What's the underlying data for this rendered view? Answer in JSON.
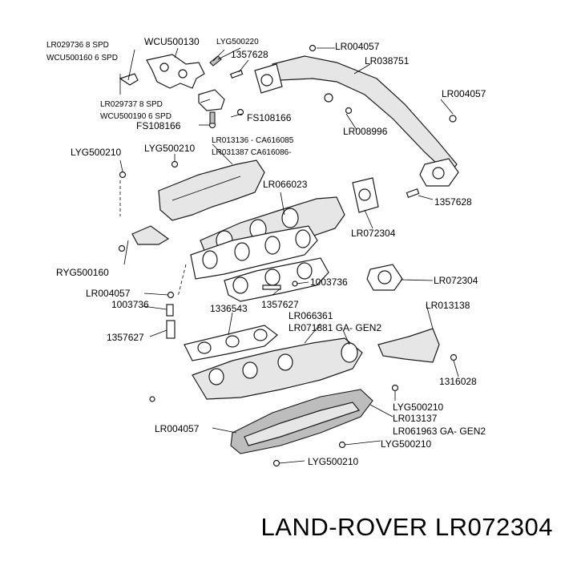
{
  "labels": {
    "lr029736": "LR029736 8 SPD",
    "wcu500160": "WCU500160 6 SPD",
    "wcu500130": "WCU500130",
    "lyg500220": "LYG500220",
    "p1357628_top": "1357628",
    "lr004057_top": "LR004057",
    "lr038751": "LR038751",
    "lr029737": "LR029737 8 SPD",
    "wcu500190": "WCU500190 6 SPD",
    "fs108166_a": "FS108166",
    "fs108166_b": "FS108166",
    "lr004057_right": "LR004057",
    "lr008996": "LR008996",
    "lyg500210_a": "LYG500210",
    "lyg500210_b": "LYG500210",
    "lr013136": "LR013136 - CA616085",
    "lr031387": "LR031387 CA616086-",
    "lr066023": "LR066023",
    "p1357628_mid": "1357628",
    "lr072304_a": "LR072304",
    "ryg500160": "RYG500160",
    "lr004057_left": "LR004057",
    "p1003736_a": "1003736",
    "p1003736_b": "1003736",
    "lr072304_b": "LR072304",
    "p1336543": "1336543",
    "p1357627_a": "1357627",
    "lr013138": "LR013138",
    "lr066361": "LR066361",
    "p1357627_b": "1357627",
    "lr071881": "LR071881 GA- GEN2",
    "p1316028": "1316028",
    "lyg500210_c": "LYG500210",
    "lr013137": "LR013137",
    "lr004057_bottom": "LR004057",
    "lr061963": "LR061963 GA- GEN2",
    "lyg500210_d": "LYG500210",
    "lyg500210_e": "LYG500210"
  },
  "footer": {
    "brand_part": "LAND-ROVER LR072304"
  }
}
